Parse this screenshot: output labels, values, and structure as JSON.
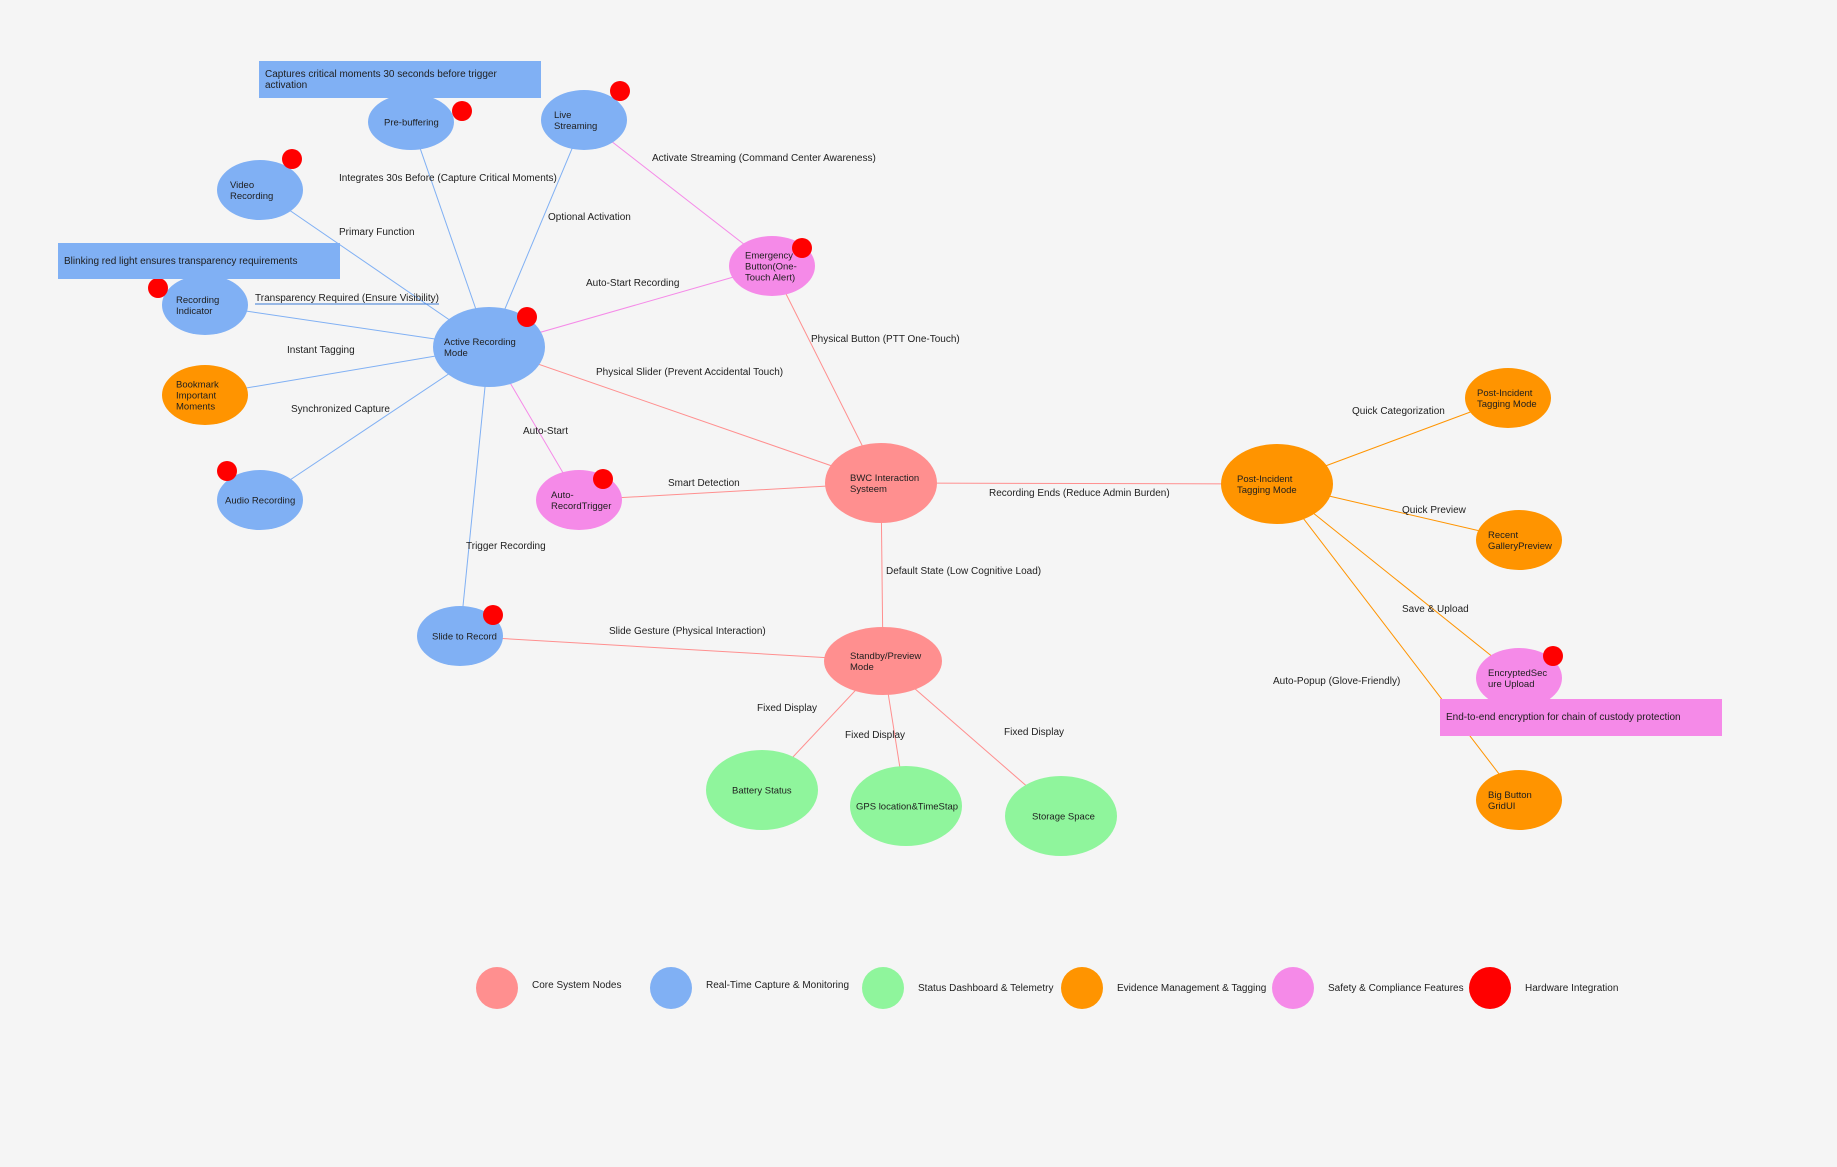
{
  "colors": {
    "core": "#ff8f8f",
    "capture": "#80b0f4",
    "status": "#8ff59c",
    "evidence": "#ff9400",
    "safety": "#f58ae8",
    "hardware": "#ff0000",
    "edge_blue": "#80b0f4",
    "edge_red": "#ff8f8f",
    "edge_pink": "#f58ae8",
    "edge_orange": "#ff9400"
  },
  "nodes": [
    {
      "id": "pre-buffering",
      "lines": [
        "Pre-buffering"
      ],
      "category": "capture"
    },
    {
      "id": "live-streaming",
      "lines": [
        "Live",
        "Streaming"
      ],
      "category": "capture"
    },
    {
      "id": "video-recording",
      "lines": [
        "Video",
        "Recording"
      ],
      "category": "capture"
    },
    {
      "id": "recording-indicator",
      "lines": [
        "Recording",
        "Indicator"
      ],
      "category": "capture"
    },
    {
      "id": "active-recording-mode",
      "lines": [
        "Active Recording",
        "Mode"
      ],
      "category": "capture"
    },
    {
      "id": "bookmark-important-moments",
      "lines": [
        "Bookmark",
        "Important",
        "Moments"
      ],
      "category": "evidence"
    },
    {
      "id": "audio-recording",
      "lines": [
        "Audio Recording"
      ],
      "category": "capture"
    },
    {
      "id": "auto-record-trigger",
      "lines": [
        "Auto-",
        "RecordTrigger"
      ],
      "category": "safety"
    },
    {
      "id": "emergency-button",
      "lines": [
        "Emergency",
        "Button(One-",
        "Touch Alert)"
      ],
      "category": "safety"
    },
    {
      "id": "bwc-interaction-system",
      "lines": [
        "BWC Interaction",
        "Systeem"
      ],
      "category": "core"
    },
    {
      "id": "slide-to-record",
      "lines": [
        "Slide to Record"
      ],
      "category": "capture"
    },
    {
      "id": "standby-preview-mode",
      "lines": [
        "Standby/Preview",
        "Mode"
      ],
      "category": "core"
    },
    {
      "id": "battery-status",
      "lines": [
        "Battery Status"
      ],
      "category": "status"
    },
    {
      "id": "gps-location-timestap",
      "lines": [
        "GPS location&TimeStap"
      ],
      "category": "status"
    },
    {
      "id": "storage-space",
      "lines": [
        "Storage Space"
      ],
      "category": "status"
    },
    {
      "id": "post-incident-tagging-mode-main",
      "lines": [
        "Post-Incident",
        "Tagging Mode"
      ],
      "category": "evidence"
    },
    {
      "id": "post-incident-tagging-mode",
      "lines": [
        "Post-Incident",
        "Tagging Mode"
      ],
      "category": "evidence"
    },
    {
      "id": "recent-gallery-preview",
      "lines": [
        "Recent",
        "GalleryPreview"
      ],
      "category": "evidence"
    },
    {
      "id": "encrypted-secure-upload",
      "lines": [
        "EncryptedSec",
        "ure Upload"
      ],
      "category": "safety"
    },
    {
      "id": "big-button-gridui",
      "lines": [
        "Big Button",
        "GridUI"
      ],
      "category": "evidence"
    }
  ],
  "hardware_nodes": [
    "pre-buffering",
    "live-streaming",
    "video-recording",
    "recording-indicator",
    "active-recording-mode",
    "audio-recording",
    "auto-record-trigger",
    "emergency-button",
    "slide-to-record",
    "encrypted-secure-upload"
  ],
  "edges": [
    {
      "from": "active-recording-mode",
      "to": "pre-buffering",
      "label": "Integrates 30s Before (Capture Critical Moments)",
      "color": "edge_blue"
    },
    {
      "from": "active-recording-mode",
      "to": "live-streaming",
      "label": "Optional Activation",
      "color": "edge_blue"
    },
    {
      "from": "active-recording-mode",
      "to": "video-recording",
      "label": "Primary Function",
      "color": "edge_blue"
    },
    {
      "from": "active-recording-mode",
      "to": "recording-indicator",
      "label": "Transparency Required (Ensure Visibility)",
      "color": "edge_blue"
    },
    {
      "from": "active-recording-mode",
      "to": "bookmark-important-moments",
      "label": "Instant Tagging",
      "color": "edge_blue"
    },
    {
      "from": "active-recording-mode",
      "to": "audio-recording",
      "label": "Synchronized Capture",
      "color": "edge_blue"
    },
    {
      "from": "active-recording-mode",
      "to": "slide-to-record",
      "label": "Trigger Recording",
      "color": "edge_blue"
    },
    {
      "from": "active-recording-mode",
      "to": "auto-record-trigger",
      "label": "Auto-Start",
      "color": "edge_pink"
    },
    {
      "from": "active-recording-mode",
      "to": "emergency-button",
      "label": "Auto-Start Recording",
      "color": "edge_pink"
    },
    {
      "from": "live-streaming",
      "to": "emergency-button",
      "label": "Activate Streaming (Command Center Awareness)",
      "color": "edge_pink"
    },
    {
      "from": "active-recording-mode",
      "to": "bwc-interaction-system",
      "label": "Physical Slider (Prevent Accidental Touch)",
      "color": "edge_red"
    },
    {
      "from": "emergency-button",
      "to": "bwc-interaction-system",
      "label": "Physical Button (PTT One-Touch)",
      "color": "edge_red"
    },
    {
      "from": "auto-record-trigger",
      "to": "bwc-interaction-system",
      "label": "Smart Detection",
      "color": "edge_red"
    },
    {
      "from": "bwc-interaction-system",
      "to": "post-incident-tagging-mode-main",
      "label": "Recording Ends (Reduce Admin Burden)",
      "color": "edge_red"
    },
    {
      "from": "bwc-interaction-system",
      "to": "standby-preview-mode",
      "label": "Default State (Low Cognitive Load)",
      "color": "edge_red"
    },
    {
      "from": "slide-to-record",
      "to": "standby-preview-mode",
      "label": "Slide Gesture (Physical Interaction)",
      "color": "edge_red"
    },
    {
      "from": "standby-preview-mode",
      "to": "battery-status",
      "label": "Fixed Display",
      "color": "edge_red"
    },
    {
      "from": "standby-preview-mode",
      "to": "gps-location-timestap",
      "label": "Fixed Display",
      "color": "edge_red"
    },
    {
      "from": "standby-preview-mode",
      "to": "storage-space",
      "label": "Fixed Display",
      "color": "edge_red"
    },
    {
      "from": "post-incident-tagging-mode-main",
      "to": "post-incident-tagging-mode",
      "label": "Quick Categorization",
      "color": "edge_orange"
    },
    {
      "from": "post-incident-tagging-mode-main",
      "to": "recent-gallery-preview",
      "label": "Quick Preview",
      "color": "edge_orange"
    },
    {
      "from": "post-incident-tagging-mode-main",
      "to": "encrypted-secure-upload",
      "label": "Save & Upload",
      "color": "edge_orange"
    },
    {
      "from": "post-incident-tagging-mode-main",
      "to": "big-button-gridui",
      "label": "Auto-Popup (Glove-Friendly)",
      "color": "edge_orange"
    }
  ],
  "notes": {
    "pre_buffering": "Captures critical moments 30 seconds before trigger activation",
    "indicator": "Blinking red light ensures transparency requirements",
    "encryption": "End-to-end encryption for chain of custody protection"
  },
  "legend": [
    {
      "label": "Core System Nodes",
      "category": "core"
    },
    {
      "label": "Real-Time Capture & Monitoring",
      "category": "capture"
    },
    {
      "label": "Status Dashboard & Telemetry",
      "category": "status"
    },
    {
      "label": "Evidence Management & Tagging",
      "category": "evidence"
    },
    {
      "label": "Safety & Compliance Features",
      "category": "safety"
    },
    {
      "label": "Hardware Integration",
      "category": "hardware"
    }
  ]
}
